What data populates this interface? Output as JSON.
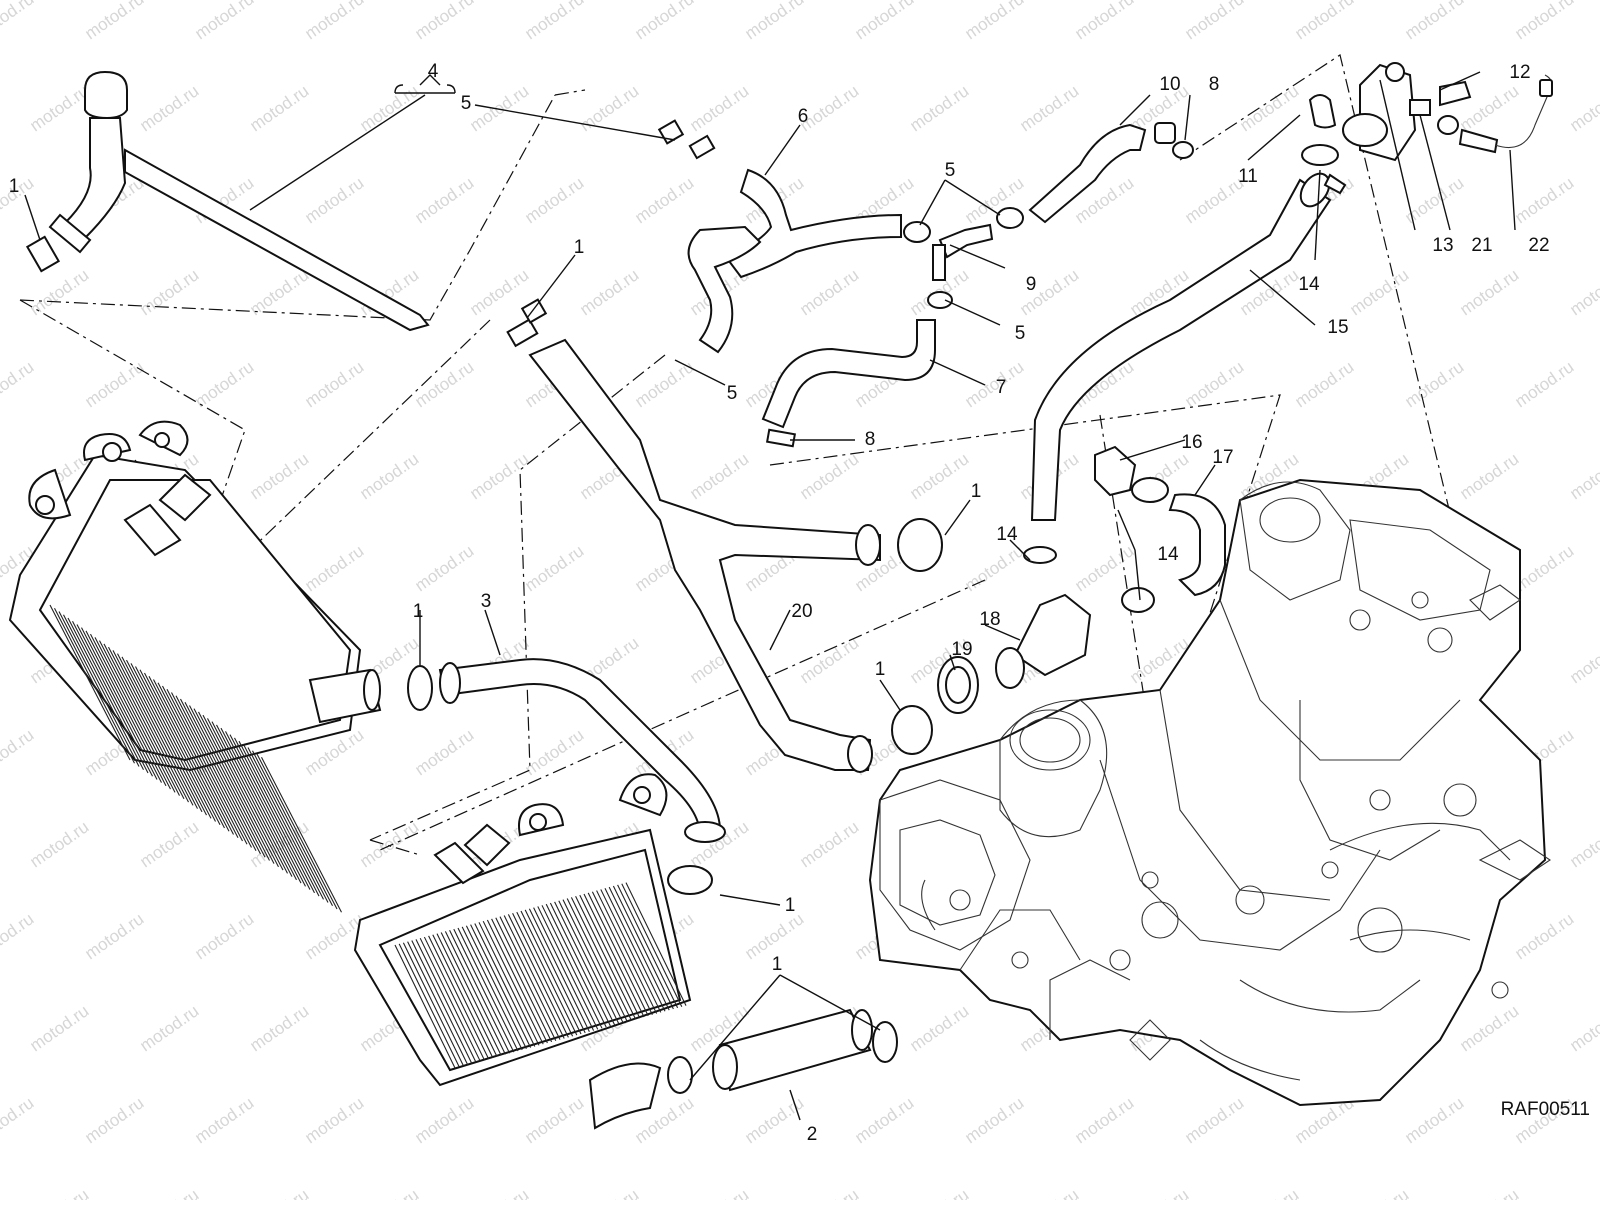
{
  "drawing": {
    "reference": "RAF00511",
    "watermark": "motod.ru",
    "callouts": [
      {
        "id": "c4",
        "text": "4"
      },
      {
        "id": "c5a",
        "text": "5"
      },
      {
        "id": "c1a",
        "text": "1"
      },
      {
        "id": "c6",
        "text": "6"
      },
      {
        "id": "c10",
        "text": "10"
      },
      {
        "id": "c8a",
        "text": "8"
      },
      {
        "id": "c12",
        "text": "12"
      },
      {
        "id": "c5b",
        "text": "5"
      },
      {
        "id": "c11",
        "text": "11"
      },
      {
        "id": "c13",
        "text": "13"
      },
      {
        "id": "c21",
        "text": "21"
      },
      {
        "id": "c22",
        "text": "22"
      },
      {
        "id": "c9",
        "text": "9"
      },
      {
        "id": "c14a",
        "text": "14"
      },
      {
        "id": "c5c",
        "text": "5"
      },
      {
        "id": "c15",
        "text": "15"
      },
      {
        "id": "c1b",
        "text": "1"
      },
      {
        "id": "c5d",
        "text": "5"
      },
      {
        "id": "c7",
        "text": "7"
      },
      {
        "id": "c8b",
        "text": "8"
      },
      {
        "id": "c16",
        "text": "16"
      },
      {
        "id": "c17",
        "text": "17"
      },
      {
        "id": "c1c",
        "text": "1"
      },
      {
        "id": "c14b",
        "text": "14"
      },
      {
        "id": "c14c",
        "text": "14"
      },
      {
        "id": "c20",
        "text": "20"
      },
      {
        "id": "c1d",
        "text": "1"
      },
      {
        "id": "c3",
        "text": "3"
      },
      {
        "id": "c18",
        "text": "18"
      },
      {
        "id": "c19",
        "text": "19"
      },
      {
        "id": "c1e",
        "text": "1"
      },
      {
        "id": "c1f",
        "text": "1"
      },
      {
        "id": "c1g",
        "text": "1"
      },
      {
        "id": "c2",
        "text": "2"
      }
    ]
  }
}
